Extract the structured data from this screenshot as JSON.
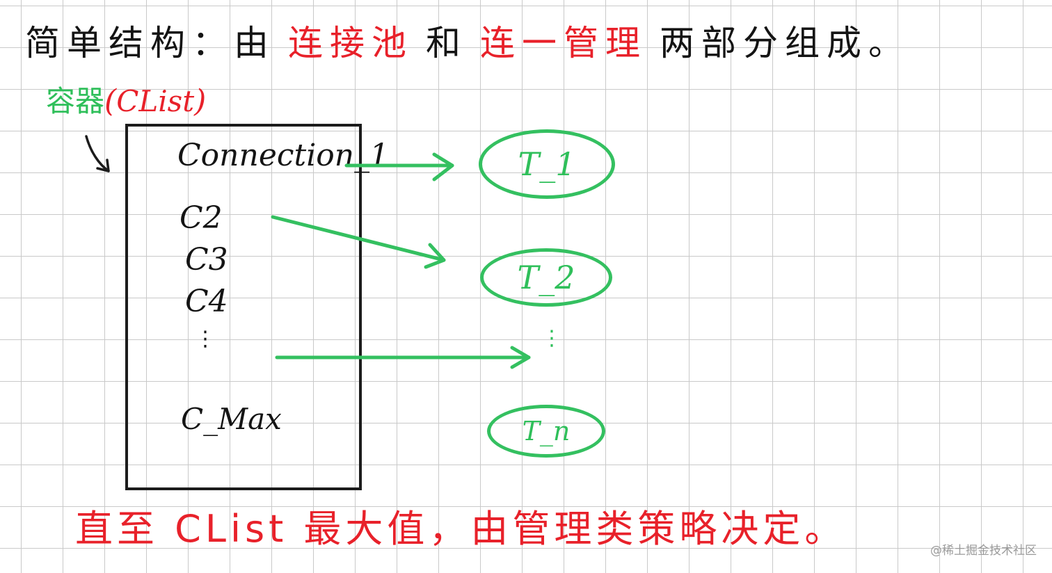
{
  "title": {
    "p1": "简单结构：由",
    "p2": "连接池",
    "p3": "和",
    "p4": "连一管理",
    "p5": "两部分组成。"
  },
  "container_label": {
    "name": "容器",
    "paren_open": "(",
    "type": "CList",
    "paren_close": ")"
  },
  "connections": {
    "c1": "Connection_1",
    "c2": "C2",
    "c3": "C3",
    "c4": "C4",
    "dots": "⋮",
    "cmax": "C_Max"
  },
  "threads": {
    "t1": "T_1",
    "t2": "T_2",
    "dots": "⋮",
    "tn": "T_n"
  },
  "footer": "直至 CList 最大值，由管理类策略决定。",
  "watermark": "@稀土掘金技术社区",
  "colors": {
    "ink": "#141414",
    "red": "#e8212a",
    "green": "#2fbf5a",
    "grid": "#c9c9c9"
  }
}
